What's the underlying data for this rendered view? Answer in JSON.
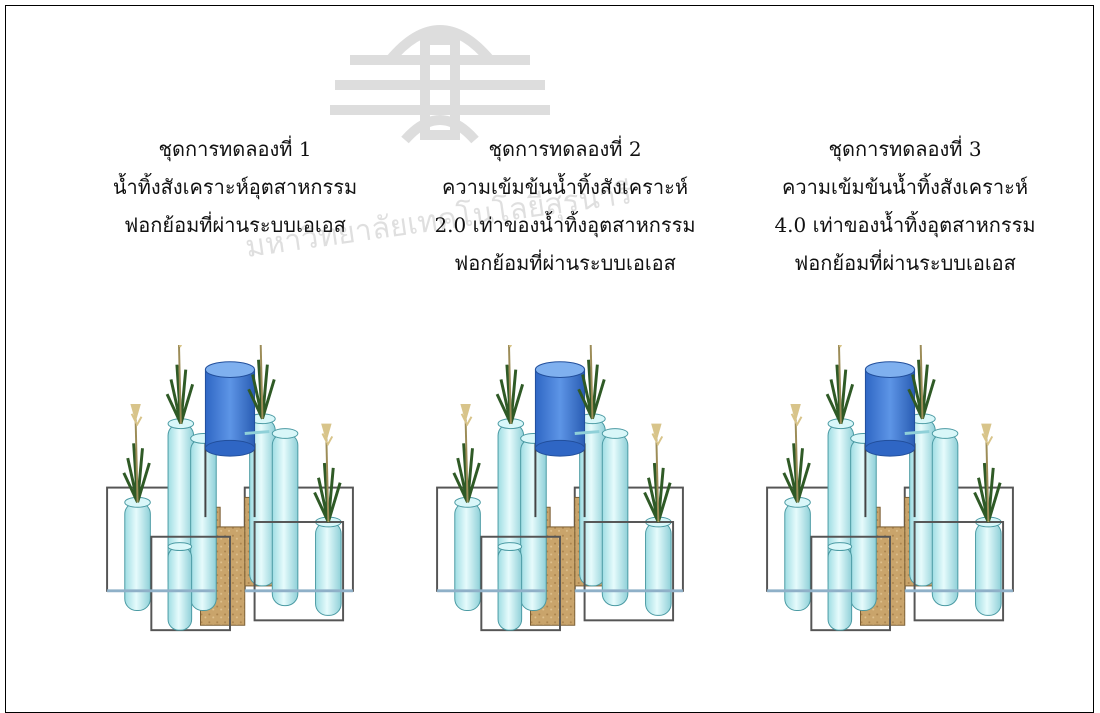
{
  "figure": {
    "watermark_text": "มหาวิทยาลัยเทคโนโลยีสุรนารี",
    "panels": [
      {
        "lines": [
          "ชุดการทดลองที่ 1",
          "น้ำทิ้งสังเคราะห์อุตสาหกรรม",
          "ฟอกย้อมที่ผ่านระบบเอเอส"
        ]
      },
      {
        "lines": [
          "ชุดการทดลองที่ 2",
          "ความเข้มข้นน้ำทิ้งสังเคราะห์",
          "2.0 เท่าของน้ำทิ้งอุตสาหกรรม",
          "ฟอกย้อมที่ผ่านระบบเอเอส"
        ]
      },
      {
        "lines": [
          "ชุดการทดลองที่ 3",
          "ความเข้มข้นน้ำทิ้งสังเคราะห์",
          "4.0 เท่าของน้ำทิ้งอุตสาหกรรม",
          "ฟอกย้อมที่ผ่านระบบเอเอส"
        ]
      }
    ]
  },
  "colors": {
    "tank_blue": "#3f7bd6",
    "column_cyan": "#c8f2f4",
    "media_sand": "#c9a46b",
    "frame_gray": "#555555",
    "plant_green": "#2f5a26",
    "plume_tan": "#d8c48a"
  }
}
